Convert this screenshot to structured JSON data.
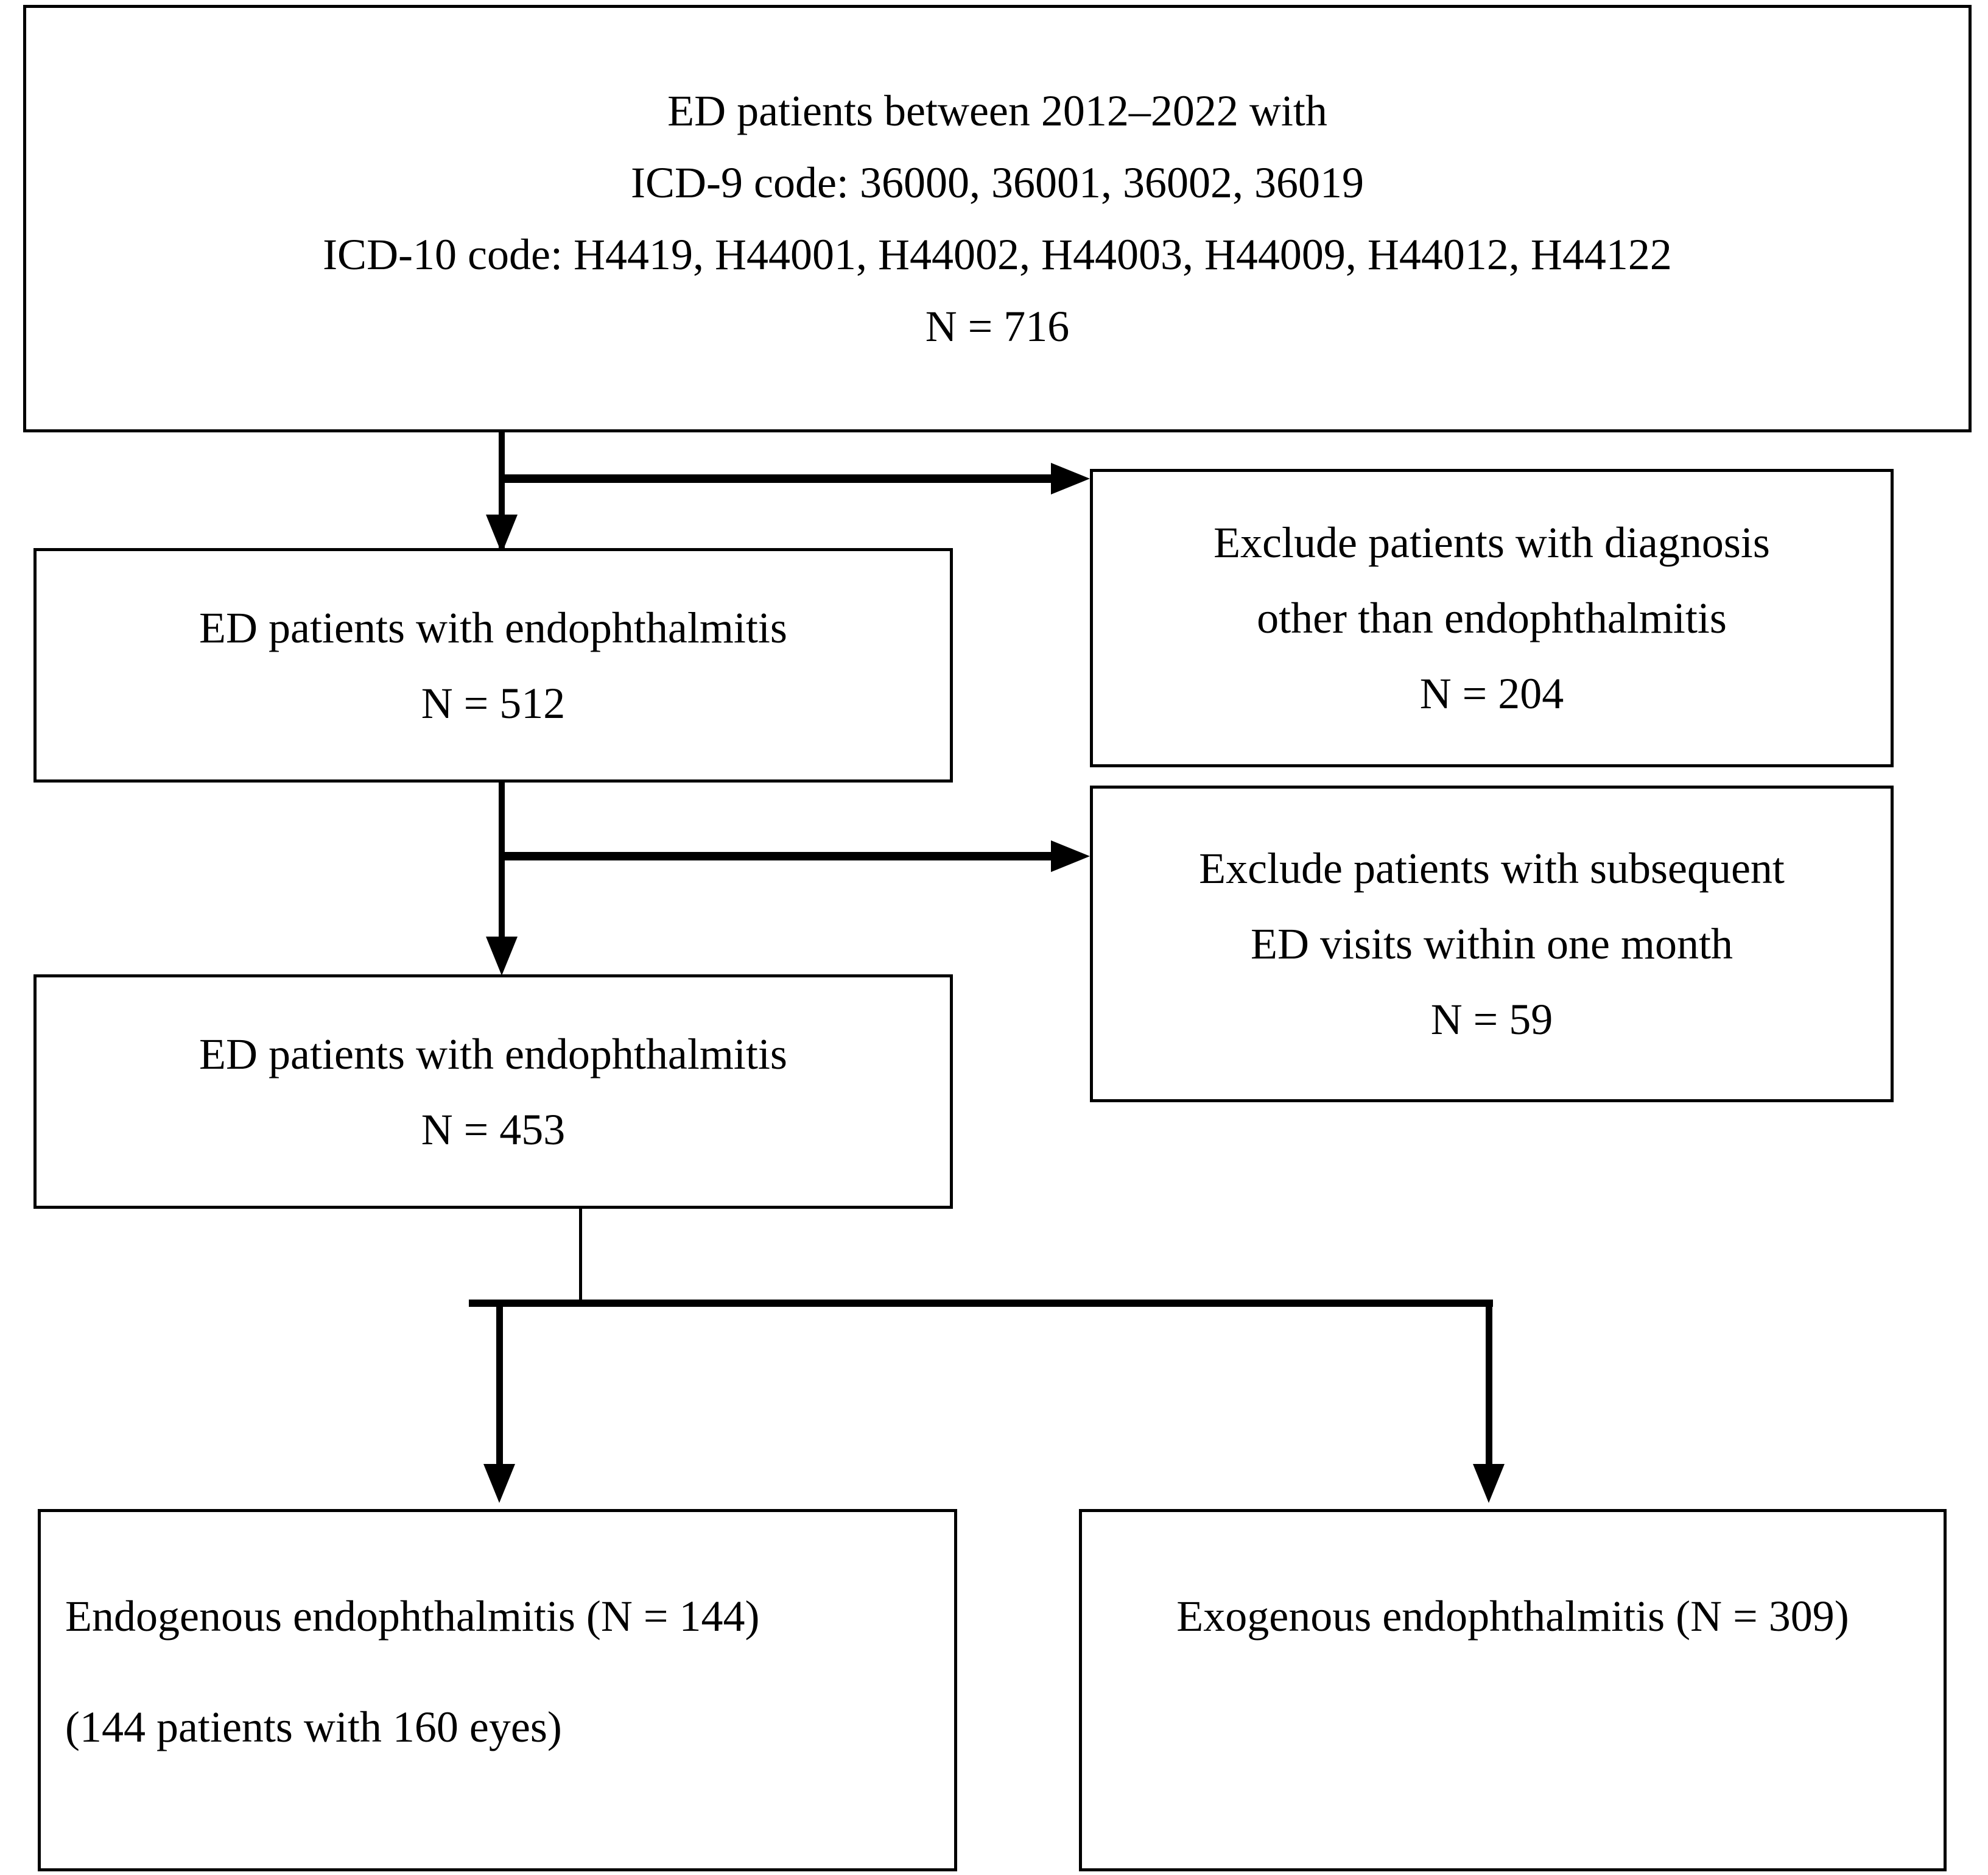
{
  "diagram": {
    "title": "Patient selection flowchart for emergency department endophthalmitis cohort",
    "type": "flowchart",
    "nodes": [
      {
        "id": "source-cohort",
        "lines": [
          "ED patients between 2012–2022 with",
          "ICD-9 code: 36000, 36001, 36002, 36019",
          "ICD-10 code: H4419, H44001, H44002, H44003, H44009, H44012, H44122",
          "N = 716"
        ]
      },
      {
        "id": "exclude-diagnosis",
        "lines": [
          "Exclude patients with diagnosis",
          "other than endophthalmitis",
          "N = 204"
        ]
      },
      {
        "id": "endophthalmitis-512",
        "lines": [
          "ED patients with endophthalmitis",
          "N = 512"
        ]
      },
      {
        "id": "exclude-revisit",
        "lines": [
          "Exclude patients with subsequent",
          "ED visits within one month",
          "N = 59"
        ]
      },
      {
        "id": "endophthalmitis-453",
        "lines": [
          "ED patients with endophthalmitis",
          "N = 453"
        ]
      },
      {
        "id": "endogenous",
        "lines": [
          "Endogenous endophthalmitis (N = 144)",
          "(144 patients with 160 eyes)"
        ]
      },
      {
        "id": "exogenous",
        "lines": [
          "Exogenous endophthalmitis (N = 309)"
        ]
      }
    ],
    "edges": [
      {
        "from": "source-cohort",
        "to": "endophthalmitis-512",
        "kind": "arrow-down"
      },
      {
        "from": "source-cohort",
        "to": "exclude-diagnosis",
        "kind": "arrow-right"
      },
      {
        "from": "endophthalmitis-512",
        "to": "endophthalmitis-453",
        "kind": "arrow-down"
      },
      {
        "from": "endophthalmitis-512",
        "to": "exclude-revisit",
        "kind": "arrow-right"
      },
      {
        "from": "endophthalmitis-453",
        "to": "endogenous",
        "kind": "split-arrow-down"
      },
      {
        "from": "endophthalmitis-453",
        "to": "exogenous",
        "kind": "split-arrow-down"
      }
    ],
    "colors": {
      "stroke": "#000000",
      "fill": "#ffffff",
      "text": "#000000"
    }
  }
}
